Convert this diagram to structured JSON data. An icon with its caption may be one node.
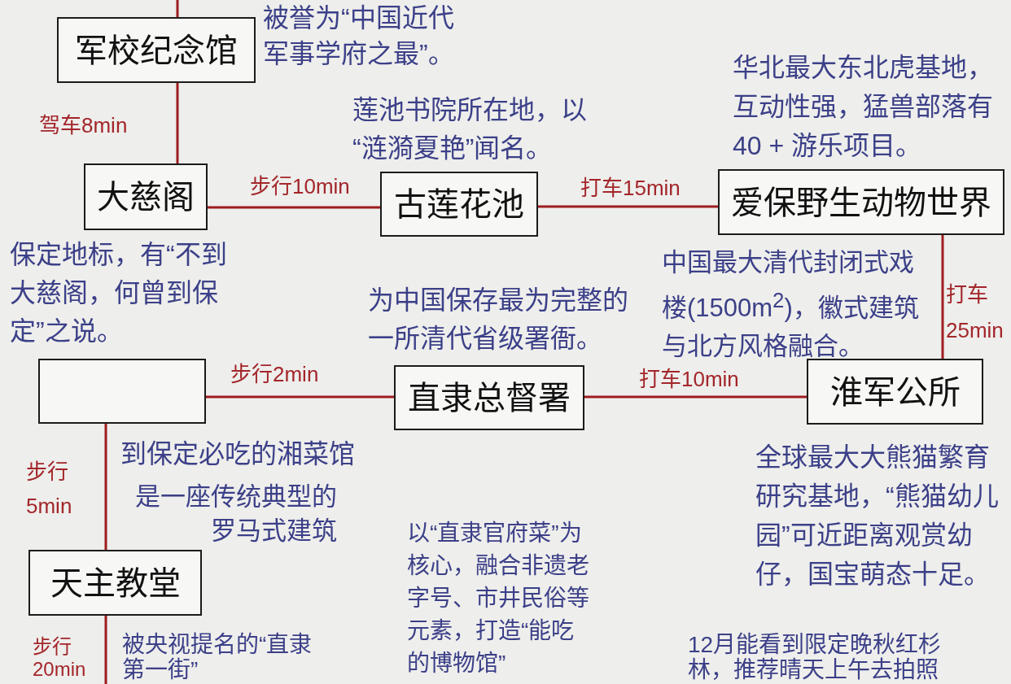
{
  "diagram": {
    "nodes": [
      {
        "text": [
          "军校纪念馆"
        ],
        "beside": [
          "被誉为“中国近代军事学府之最”。"
        ]
      },
      {
        "text": [
          "大慈阁"
        ],
        "beside": [
          "保定地标，有“不到大慈阁，何曾到保定”之说。"
        ]
      },
      {
        "text": [
          "古莲花池"
        ],
        "beside": [
          "莲池书院所在地，以“涟漪夏艳”闻名。"
        ]
      },
      {
        "text": [
          "爱保野生动物世界"
        ],
        "beside": [
          "华北最大东北虎基地，互动性强，猛兽部落有 40 + 游乐项目。"
        ]
      },
      {
        "text": [],
        "shape": "box",
        "beside": [
          "到保定必吃的湘菜馆"
        ]
      },
      {
        "text": [
          "直隶总督署"
        ],
        "beside": [
          "为中国保存最为完整的一所清代省级署衙。"
        ]
      },
      {
        "text": [
          "淮军公所"
        ],
        "beside": [
          "中国最大清代封闭式戏楼(1500m$^{2}$)，徽式建筑与北方风格融合。"
        ]
      },
      {
        "text": [
          "天主教堂"
        ],
        "beside": [
          "是一座传统典型的罗马式建筑"
        ]
      }
    ],
    "edges": [
      {
        "from": null,
        "to": 0,
        "arrow": "none"
      },
      {
        "from": 0,
        "to": 1,
        "label": "驾车8min",
        "arrow": "none"
      },
      {
        "from": 1,
        "to": 2,
        "label": "步行10min",
        "arrow": "none"
      },
      {
        "from": 2,
        "to": 3,
        "label": "打车15min",
        "arrow": "none"
      },
      {
        "from": 3,
        "to": 6,
        "label": "打车25min",
        "arrow": "none"
      },
      {
        "from": 6,
        "to": 5,
        "label": "打车10min",
        "arrow": "none"
      },
      {
        "from": 5,
        "to": 4,
        "label": "步行2min",
        "arrow": "none"
      },
      {
        "from": 4,
        "to": 7,
        "label": "步行5min",
        "arrow": "none"
      },
      {
        "from": 7,
        "to": null,
        "label": "步行20min",
        "arrow": "none"
      }
    ],
    "labels": [
      "全球最大大熊猫繁育研究基地，“熊猫幼儿园”可近距离观赏幼仔，国宝萌态十足。",
      "以“直隶官府菜”为核心，融合非遗老字号、市井民俗等元素，打造“能吃的博物馆”",
      "被央视提名的“直隶第一街”",
      "12月能看到限定晚秋红杉林，推荐晴天上午去拍照"
    ]
  }
}
